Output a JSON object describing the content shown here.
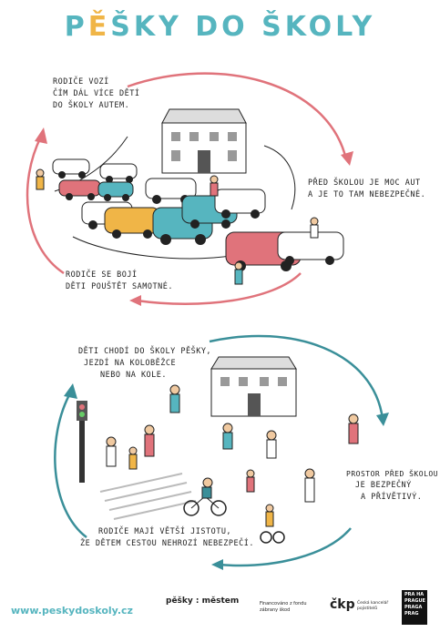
{
  "title": {
    "part1": "P",
    "accent": "Ě",
    "part2": "ŠKY DO ŠKOLY"
  },
  "top_scene": {
    "caption_left": [
      "Rodiče vozí",
      "čím dál více dětí",
      "do školy autem."
    ],
    "caption_right": [
      "Před školou je moc aut",
      "a je to tam nebezpečné."
    ],
    "caption_bottom": [
      "Rodiče se bojí",
      "děti pouštět samotné."
    ]
  },
  "bottom_scene": {
    "caption_top": [
      "Děti chodí do školy pěšky,",
      "jezdí na koloběžce",
      "nebo na kole."
    ],
    "caption_right": [
      "Prostor před školou",
      "je bezpečný",
      "a přívětivý."
    ],
    "caption_bottom": [
      "Rodiče mají větší jistotu,",
      "že dětem cestou nehrozí nebezpečí."
    ]
  },
  "footer": {
    "url": "www.peskydoskoly.cz",
    "logo_pesky": "pěšky : městem",
    "funding": "Financováno z fondu zábrany škod",
    "ckp": "čkp",
    "ckp_sub": "Česká kancelář pojistitelů",
    "praha": [
      "PRA HA",
      "PRAGUE",
      "PRAGA",
      "PRAG"
    ]
  },
  "colors": {
    "teal": "#56b5bf",
    "yellow": "#f0b547",
    "pink": "#e0737b",
    "dark_teal": "#3a8f99"
  }
}
